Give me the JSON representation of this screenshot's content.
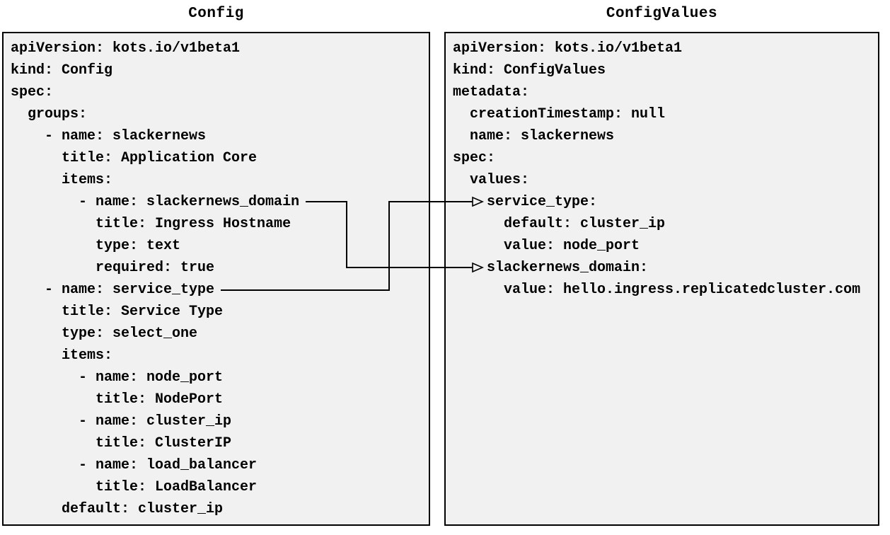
{
  "diagram": {
    "left_panel": {
      "title": "Config",
      "lines": [
        "apiVersion: kots.io/v1beta1",
        "kind: Config",
        "spec:",
        "  groups:",
        "    - name: slackernews",
        "      title: Application Core",
        "      items:",
        "        - name: slackernews_domain",
        "          title: Ingress Hostname",
        "          type: text",
        "          required: true",
        "    - name: service_type",
        "      title: Service Type",
        "      type: select_one",
        "      items:",
        "        - name: node_port",
        "          title: NodePort",
        "        - name: cluster_ip",
        "          title: ClusterIP",
        "        - name: load_balancer",
        "          title: LoadBalancer",
        "      default: cluster_ip"
      ]
    },
    "right_panel": {
      "title": "ConfigValues",
      "lines": [
        "apiVersion: kots.io/v1beta1",
        "kind: ConfigValues",
        "metadata:",
        "  creationTimestamp: null",
        "  name: slackernews",
        "spec:",
        "  values:",
        "    service_type:",
        "      default: cluster_ip",
        "      value: node_port",
        "    slackernews_domain:",
        "      value: hello.ingress.replicatedcluster.com"
      ]
    },
    "connectors": [
      {
        "from": "Config item slackernews_domain",
        "to": "ConfigValues value slackernews_domain"
      },
      {
        "from": "Config item service_type",
        "to": "ConfigValues value service_type"
      }
    ],
    "colors": {
      "page_bg": "#ffffff",
      "panel_bg": "#f1f1f2",
      "border": "#000000",
      "text": "#000000",
      "connector": "#000000"
    }
  }
}
